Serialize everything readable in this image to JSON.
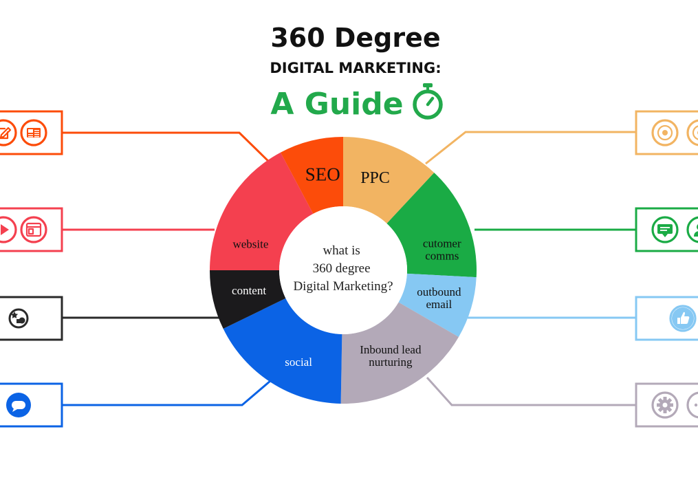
{
  "title": {
    "line1": "360 Degree",
    "line2": "DIGITAL MARKETING:",
    "line3": "A Guide",
    "accent_color": "#22a94b"
  },
  "hub": {
    "lines": [
      "what is",
      "360 degree",
      "Digital Marketing?"
    ]
  },
  "segments": [
    {
      "id": "seo",
      "lines": [
        "SEO"
      ],
      "color": "#fc4c0a"
    },
    {
      "id": "ppc",
      "lines": [
        "PPC"
      ],
      "color": "#f2b462"
    },
    {
      "id": "customer-comms",
      "lines": [
        "cutomer",
        "comms"
      ],
      "color": "#1aab45"
    },
    {
      "id": "outbound-email",
      "lines": [
        "outbound",
        "email"
      ],
      "color": "#86c8f3"
    },
    {
      "id": "inbound-lead",
      "lines": [
        "Inbound lead",
        "nurturing"
      ],
      "color": "#b3a9b8"
    },
    {
      "id": "social",
      "lines": [
        "social"
      ],
      "color": "#0b63e5"
    },
    {
      "id": "content",
      "lines": [
        "content"
      ],
      "color": "#1b1a1c"
    },
    {
      "id": "website",
      "lines": [
        "website"
      ],
      "color": "#f4404f"
    }
  ],
  "callouts": [
    {
      "id": "seo",
      "side": "left",
      "color": "#fc4c0a",
      "icons": [
        "edit-icon",
        "newspaper-icon"
      ]
    },
    {
      "id": "website",
      "side": "left",
      "color": "#f4404f",
      "icons": [
        "play-icon",
        "browser-window-icon"
      ]
    },
    {
      "id": "content",
      "side": "left",
      "color": "#2a2a2a",
      "icons": [
        "shapes-icon"
      ]
    },
    {
      "id": "social",
      "side": "left",
      "color": "#0b63e5",
      "icons": [
        "chat-bubble-icon"
      ]
    },
    {
      "id": "ppc",
      "side": "right",
      "color": "#f2b462",
      "icons": [
        "target-icon",
        "target-icon"
      ]
    },
    {
      "id": "customer-comms",
      "side": "right",
      "color": "#1aab45",
      "icons": [
        "message-icon",
        "user-icon"
      ]
    },
    {
      "id": "outbound-email",
      "side": "right",
      "color": "#86c8f3",
      "icons": [
        "thumbs-up-icon"
      ]
    },
    {
      "id": "inbound-lead",
      "side": "right",
      "color": "#b3a9b8",
      "icons": [
        "gear-icon",
        "more-icon"
      ]
    }
  ]
}
